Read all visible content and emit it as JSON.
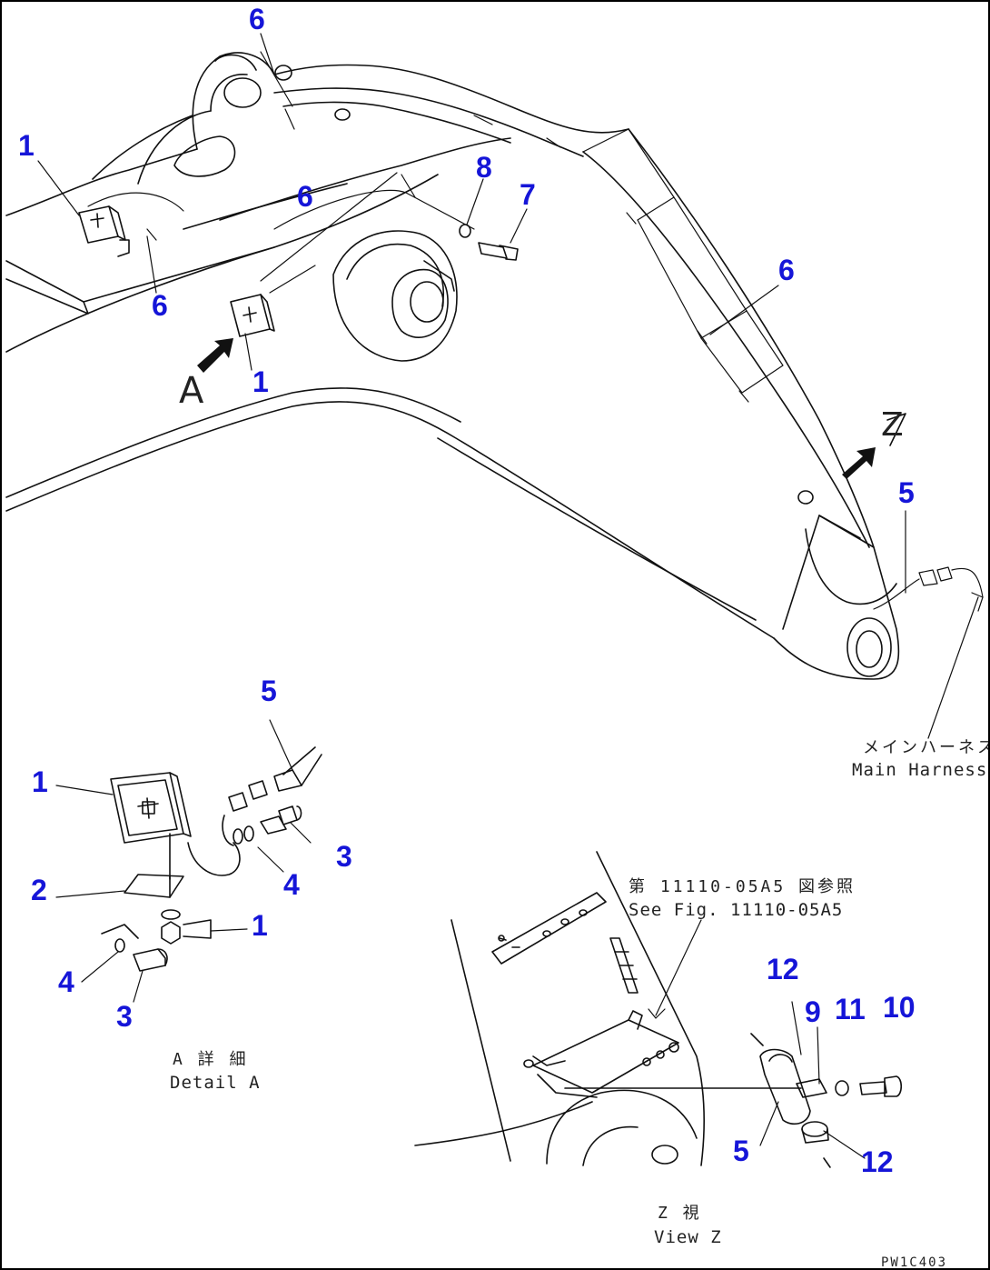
{
  "callouts": {
    "c1": "6",
    "c2": "1",
    "c3": "6",
    "c4": "8",
    "c5": "7",
    "c6": "6",
    "c7": "1",
    "c8": "6",
    "c9": "5",
    "c10": "5",
    "c11": "1",
    "c12": "3",
    "c13": "2",
    "c14": "4",
    "c15": "1",
    "c16": "4",
    "c17": "3",
    "c18": "12",
    "c19": "9",
    "c20": "11",
    "c21": "10",
    "c22": "5",
    "c23": "12"
  },
  "view_markers": {
    "a": "A",
    "z": "Z"
  },
  "main_harness": {
    "jp": "メインハーネス",
    "en": "Main Harness"
  },
  "detail_a": {
    "jp": "A 詳 細",
    "en": "Detail A"
  },
  "view_z": {
    "jp": "Z 視",
    "en": "View Z"
  },
  "see_fig": {
    "jp": "第 11110-05A5 図参照",
    "en": "See Fig. 11110-05A5"
  },
  "drawing_code": "PW1C403"
}
